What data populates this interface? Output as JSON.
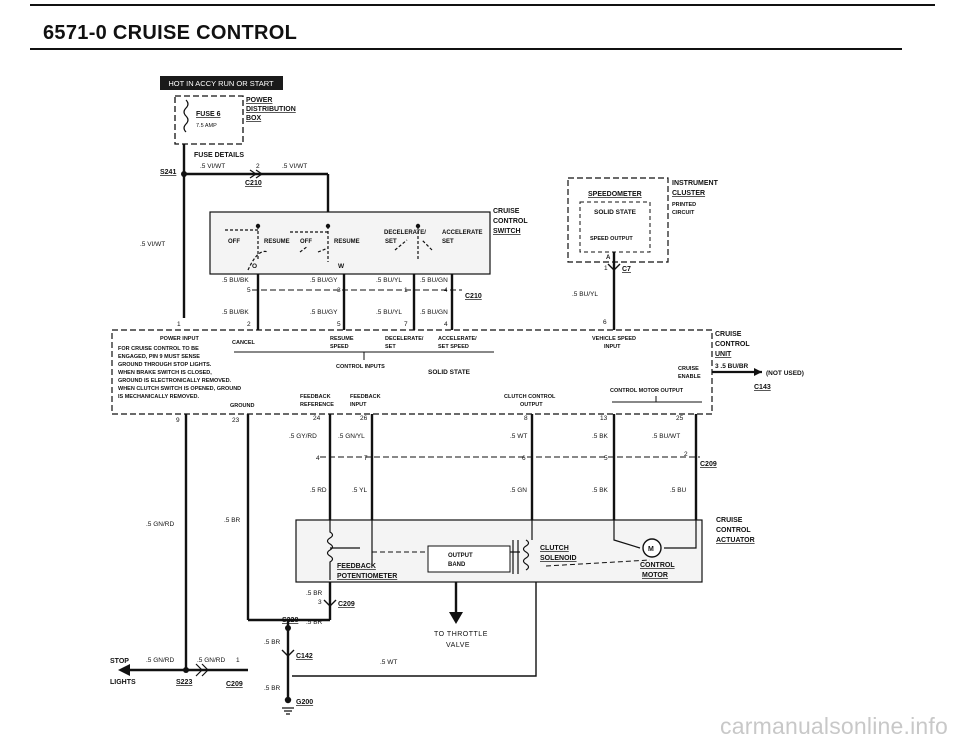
{
  "page": {
    "title": "6571-0 CRUISE CONTROL",
    "watermark": "carmanualsonline.info"
  },
  "power": {
    "badge": "HOT IN ACCY RUN OR START",
    "fuse_label": "FUSE 6",
    "fuse_rating": "7.5 AMP",
    "distribution": [
      "POWER",
      "DISTRIBUTION",
      "BOX"
    ],
    "fuse_details": "FUSE DETAILS"
  },
  "wires": {
    "top_left": ".5 VI/WT",
    "top_pin": "2",
    "top_right": ".5 VI/WT",
    "left_mid": ".5 VI/WT",
    "bu_bk_1": ".5 BU/BK",
    "bu_gy_1": ".5 BU/GY",
    "bu_yl_1": ".5 BU/YL",
    "bu_gn_1": ".5 BU/GN",
    "bu_bk_2": ".5 BU/BK",
    "bu_gy_2": ".5 BU/GY",
    "bu_yl_2": ".5 BU/YL",
    "bu_gn_2": ".5 BU/GN",
    "bu_yl_speed": ".5 BU/YL",
    "gy_rd": ".5 GY/RD",
    "gn_yl": ".5 GN/YL",
    "wt": ".5 WT",
    "bk": ".5 BK",
    "bu_wt": ".5 BU/WT",
    "rd": ".5 RD",
    "yl": ".5 YL",
    "gn": ".5 GN",
    "bk2": ".5 BK",
    "bu": ".5 BU",
    "gn_rd_left": ".5 GN/RD",
    "br_left": ".5 BR",
    "br_mid1": ".5 BR",
    "br_mid2": ".5 BR",
    "br_mid3": ".5 BR",
    "br_mid4": ".5 BR",
    "gn_rd_stop": ".5 GN/RD",
    "gn_rd_stop2": ".5 GN/RD",
    "stop_pin": "1",
    "wt_bottom": ".5 WT",
    "bu_br_out": "3  .5 BU/BR",
    "not_used": "(NOT USED)"
  },
  "connectors": {
    "s241": "S241",
    "c210_top": "C210",
    "c210_mid": "C210",
    "c7": "C7",
    "c143": "C143",
    "c209_right": "C209",
    "c209_low": "C209",
    "s228": "S228",
    "c142": "C142",
    "s223": "S223",
    "c209_bottom": "C209",
    "g200": "G200"
  },
  "switch": {
    "title": [
      "CRUISE",
      "CONTROL",
      "SWITCH"
    ],
    "labels": [
      "OFF",
      "RESUME",
      "OFF",
      "RESUME",
      "DECELERATE/",
      "SET",
      "ACCELERATE",
      "SET"
    ],
    "pins": [
      "O",
      "W"
    ]
  },
  "cluster": {
    "title": [
      "INSTRUMENT",
      "CLUSTER"
    ],
    "speedometer": "SPEEDOMETER",
    "solid_state": "SOLID STATE",
    "printed": [
      "PRINTED",
      "CIRCUIT"
    ],
    "speed_output": "SPEED OUTPUT",
    "pin_a": "A"
  },
  "unit": {
    "title": [
      "CRUISE",
      "CONTROL",
      "UNIT"
    ],
    "left_notes": [
      "POWER INPUT",
      "FOR CRUISE CONTROL TO BE",
      "ENGAGED, PIN 9 MUST SENSE",
      "GROUND THROUGH STOP LIGHTS.",
      "WHEN BRAKE SWITCH IS CLOSED,",
      "GROUND IS ELECTRONICALLY REMOVED.",
      "WHEN CLUTCH SWITCH IS OPENED, GROUND",
      "IS MECHANICALLY REMOVED."
    ],
    "cancel": "CANCEL",
    "ground": "GROUND",
    "resume_speed": [
      "RESUME",
      "SPEED"
    ],
    "decel_set": [
      "DECELERATE/",
      "SET"
    ],
    "accel_set": [
      "ACCELERATE/",
      "SET SPEED"
    ],
    "control_inputs": "CONTROL INPUTS",
    "solid_state": "SOLID STATE",
    "vehicle_speed": [
      "VEHICLE SPEED",
      "INPUT"
    ],
    "cruise_enable": [
      "CRUISE",
      "ENABLE"
    ],
    "motor_output": "CONTROL MOTOR OUTPUT",
    "feedback_ref": [
      "FEEDBACK",
      "REFERENCE"
    ],
    "feedback_input": [
      "FEEDBACK",
      "INPUT"
    ],
    "clutch_output": [
      "CLUTCH CONTROL",
      "OUTPUT"
    ]
  },
  "actuator": {
    "title": [
      "CRUISE",
      "CONTROL",
      "ACTUATOR"
    ],
    "feedback_pot": [
      "FEEDBACK",
      "POTENTIOMETER"
    ],
    "output_band": [
      "OUTPUT",
      "BAND"
    ],
    "clutch_solenoid": [
      "CLUTCH",
      "SOLENOID"
    ],
    "control_motor": [
      "CONTROL",
      "MOTOR"
    ],
    "motor_symbol": "M",
    "throttle": [
      "TO THROTTLE",
      "VALVE"
    ]
  },
  "stop": {
    "label": [
      "STOP",
      "LIGHTS"
    ]
  },
  "pins": {
    "p5": "5",
    "p3": "3",
    "p1": "1",
    "p4": "4",
    "p2": "2",
    "p5b": "5",
    "p7": "7",
    "p4b": "4",
    "p1_unit": "1",
    "p6": "6",
    "p1_c7": "1",
    "p9": "9",
    "p23": "23",
    "p24": "24",
    "p26": "26",
    "p8": "8",
    "p13": "13",
    "p25": "25",
    "p4c": "4",
    "p7b": "7",
    "p6b": "6",
    "p5c": "5",
    "p2b": "2",
    "p3_c209": "3"
  }
}
